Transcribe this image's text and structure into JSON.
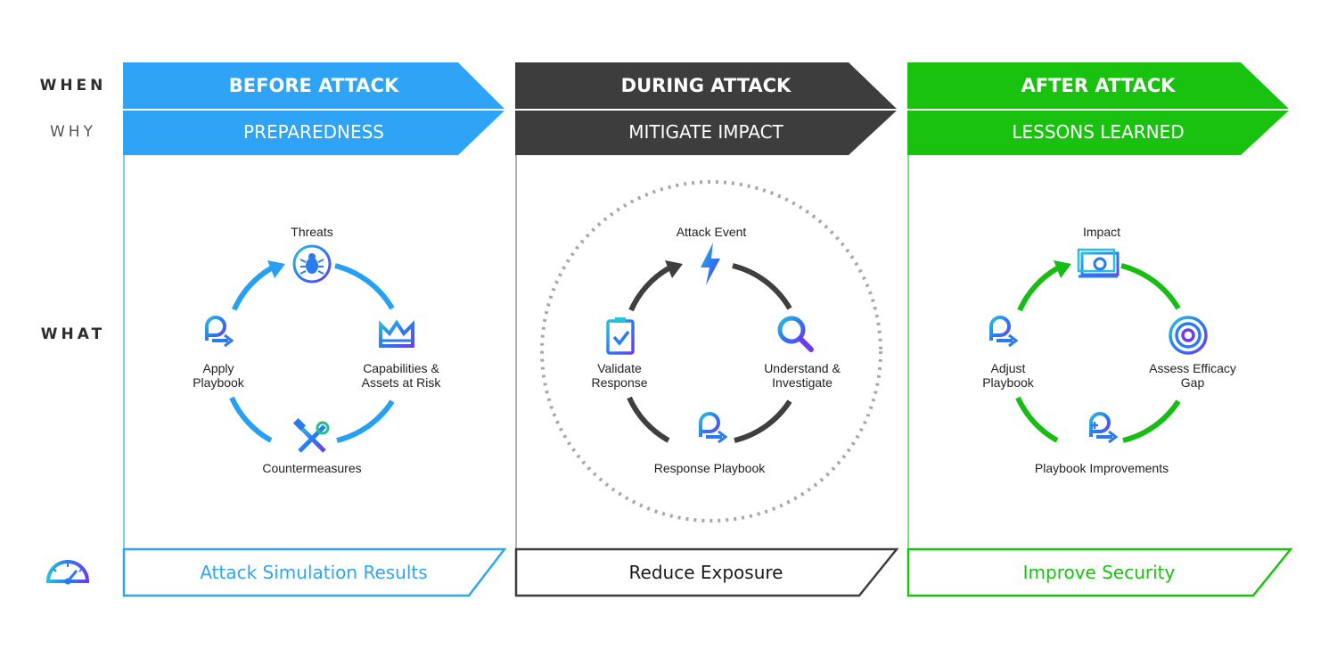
{
  "row_labels": {
    "when": "WHEN",
    "why": "WHY",
    "what": "WHAT"
  },
  "colors": {
    "blue": "#2fa4f7",
    "dark": "#3d3d3d",
    "green": "#18c20e",
    "dark_text": "#1a1a1a"
  },
  "columns": [
    {
      "key": "before",
      "when": "BEFORE ATTACK",
      "why": "PREPAREDNESS",
      "footer": "Attack Simulation Results",
      "nodes": {
        "top": {
          "label": "Threats",
          "icon": "bug-icon"
        },
        "right": {
          "label": "Capabilities &\nAssets at Risk",
          "icon": "crown-icon"
        },
        "bottom": {
          "label": "Countermeasures",
          "icon": "tools-icon"
        },
        "left": {
          "label": "Apply\nPlaybook",
          "icon": "playbook-icon"
        }
      }
    },
    {
      "key": "during",
      "when": "DURING ATTACK",
      "why": "MITIGATE IMPACT",
      "footer": "Reduce Exposure",
      "nodes": {
        "top": {
          "label": "Attack Event",
          "icon": "lightning-icon"
        },
        "right": {
          "label": "Understand &\nInvestigate",
          "icon": "magnifier-icon"
        },
        "bottom": {
          "label": "Response Playbook",
          "icon": "playbook-icon"
        },
        "left": {
          "label": "Validate\nResponse",
          "icon": "clipboard-check-icon"
        }
      }
    },
    {
      "key": "after",
      "when": "AFTER ATTACK",
      "why": "LESSONS LEARNED",
      "footer": "Improve Security",
      "nodes": {
        "top": {
          "label": "Impact",
          "icon": "money-icon"
        },
        "right": {
          "label": "Assess  Efficacy\nGap",
          "icon": "target-icon"
        },
        "bottom": {
          "label": "Playbook Improvements",
          "icon": "playbook-plus-icon"
        },
        "left": {
          "label": "Adjust\nPlaybook",
          "icon": "playbook-icon"
        }
      }
    }
  ],
  "footer_icon": "speedometer-icon"
}
